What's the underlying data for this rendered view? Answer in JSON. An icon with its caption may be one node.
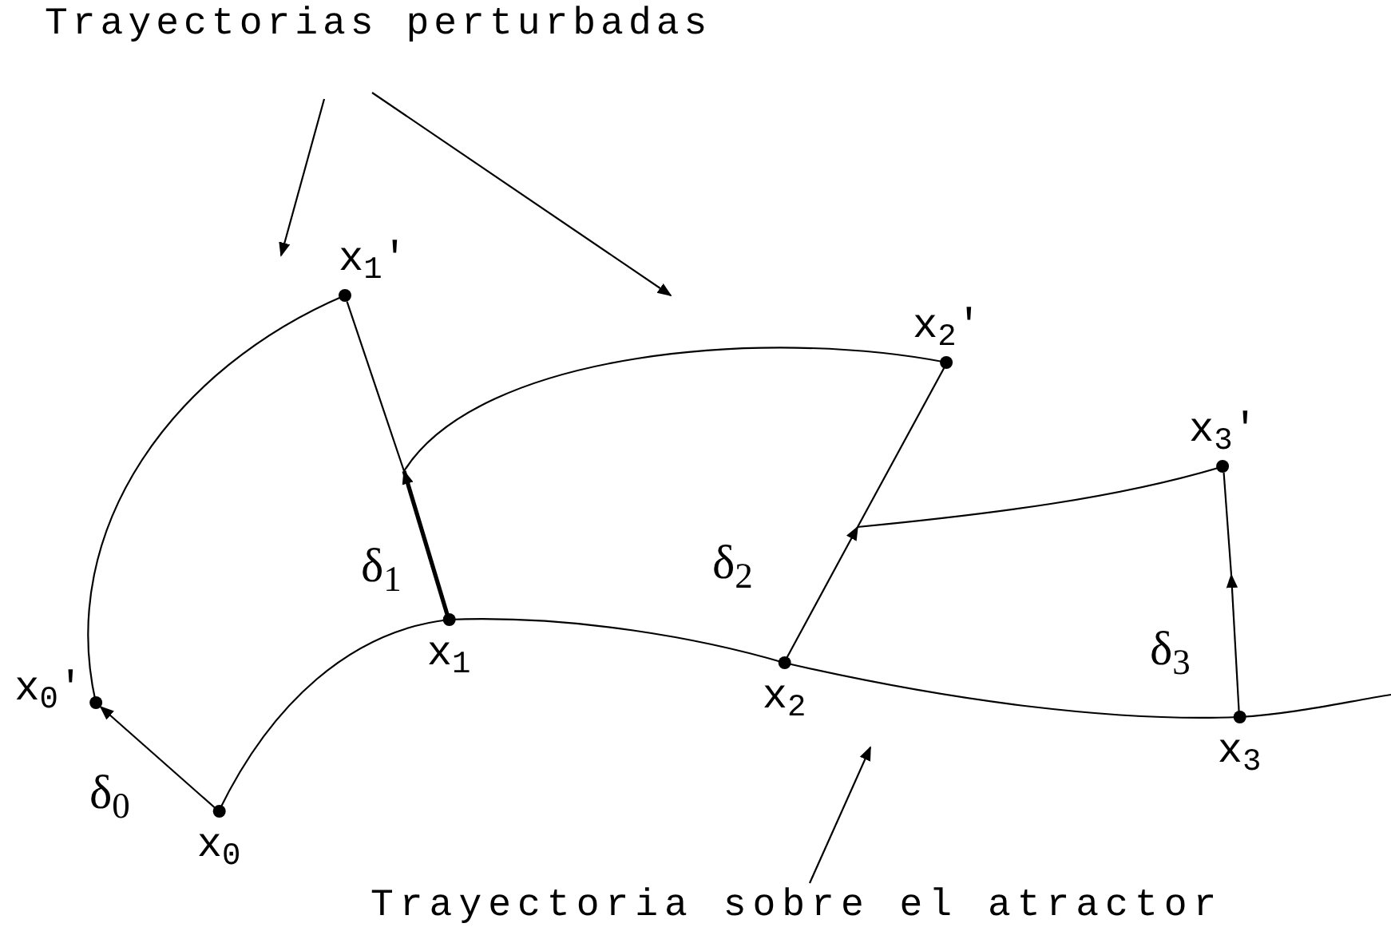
{
  "diagram": {
    "nodes": [
      {
        "text": [
          "Trayectorias perturbadas"
        ]
      },
      {
        "text": [
          "x$_{0}$"
        ]
      },
      {
        "text": [
          "x$_{0}$′"
        ]
      },
      {
        "text": [
          "x$_{1}$"
        ]
      },
      {
        "text": [
          "x$_{1}$′"
        ]
      },
      {
        "text": [
          "x$_{2}$"
        ]
      },
      {
        "text": [
          "x$_{2}$′"
        ]
      },
      {
        "text": [
          "x$_{3}$"
        ]
      },
      {
        "text": [
          "x$_{3}$′"
        ]
      },
      {
        "text": [
          "Trayectoria sobre el atractor"
        ]
      }
    ],
    "edges": [
      {
        "from": 1,
        "to": 2,
        "arrow": "to",
        "label": "δ$_{0}$"
      },
      {
        "from": 3,
        "to": null,
        "arrow": "to",
        "label": "δ$_{1}$",
        "style": "thick"
      },
      {
        "from": 5,
        "to": null,
        "arrow": "to",
        "label": "δ$_{2}$"
      },
      {
        "from": 7,
        "to": null,
        "arrow": "to",
        "label": "δ$_{3}$"
      },
      {
        "from": 1,
        "to": 3,
        "arrow": "none"
      },
      {
        "from": 3,
        "to": 5,
        "arrow": "none"
      },
      {
        "from": 5,
        "to": 7,
        "arrow": "none"
      },
      {
        "from": 7,
        "to": null,
        "arrow": "none"
      },
      {
        "from": 2,
        "to": 4,
        "arrow": "none"
      },
      {
        "from": null,
        "to": 6,
        "arrow": "none"
      },
      {
        "from": null,
        "to": 8,
        "arrow": "none"
      },
      {
        "from": 0,
        "to": null,
        "arrow": "to"
      },
      {
        "from": 0,
        "to": null,
        "arrow": "to"
      },
      {
        "from": 9,
        "to": null,
        "arrow": "to"
      },
      {
        "from": null,
        "to": 4,
        "arrow": "none"
      },
      {
        "from": null,
        "to": 6,
        "arrow": "none"
      },
      {
        "from": null,
        "to": 8,
        "arrow": "none"
      }
    ]
  }
}
